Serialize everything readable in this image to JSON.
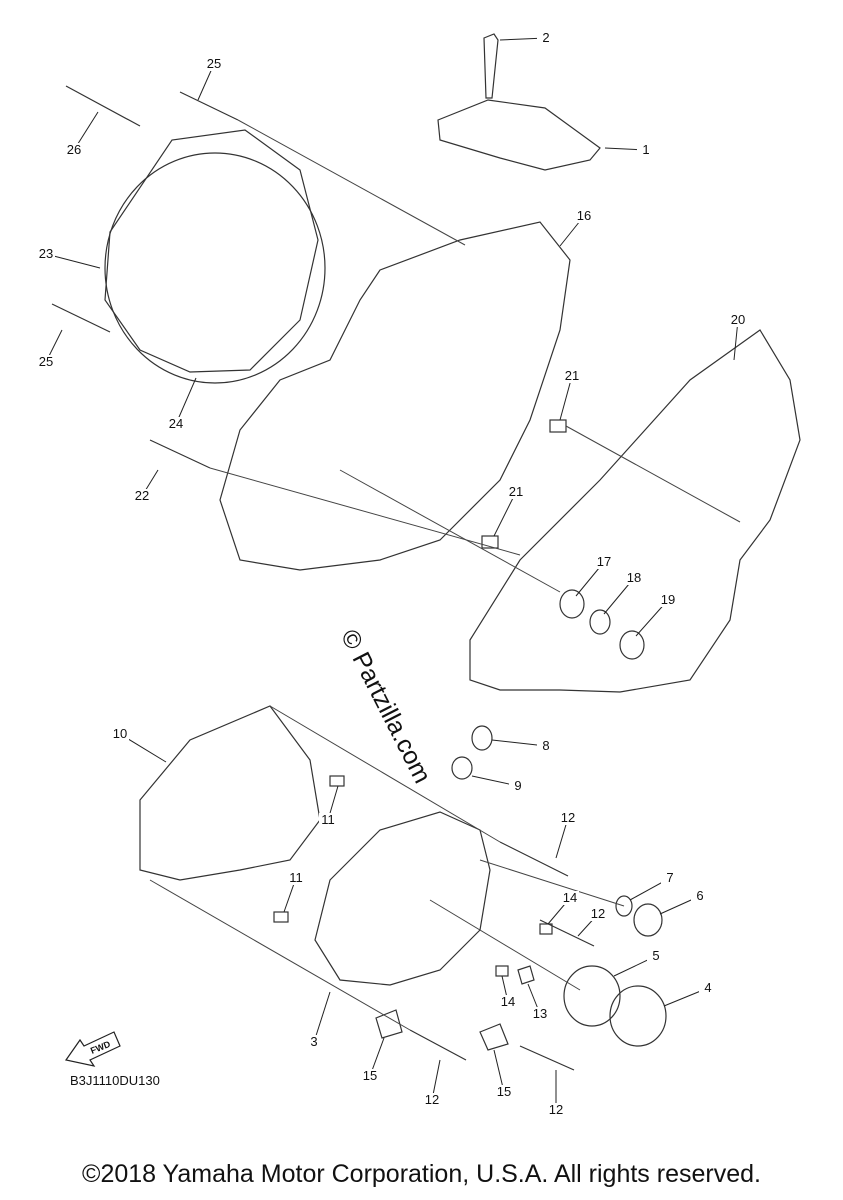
{
  "callouts": [
    {
      "id": "c1",
      "label": "1"
    },
    {
      "id": "c2",
      "label": "2"
    },
    {
      "id": "c3",
      "label": "3"
    },
    {
      "id": "c4",
      "label": "4"
    },
    {
      "id": "c5",
      "label": "5"
    },
    {
      "id": "c6",
      "label": "6"
    },
    {
      "id": "c7",
      "label": "7"
    },
    {
      "id": "c8",
      "label": "8"
    },
    {
      "id": "c9",
      "label": "9"
    },
    {
      "id": "c10",
      "label": "10"
    },
    {
      "id": "c11a",
      "label": "11"
    },
    {
      "id": "c11b",
      "label": "11"
    },
    {
      "id": "c12a",
      "label": "12"
    },
    {
      "id": "c12b",
      "label": "12"
    },
    {
      "id": "c12c",
      "label": "12"
    },
    {
      "id": "c12d",
      "label": "12"
    },
    {
      "id": "c13",
      "label": "13"
    },
    {
      "id": "c14a",
      "label": "14"
    },
    {
      "id": "c14b",
      "label": "14"
    },
    {
      "id": "c15a",
      "label": "15"
    },
    {
      "id": "c15b",
      "label": "15"
    },
    {
      "id": "c16",
      "label": "16"
    },
    {
      "id": "c17",
      "label": "17"
    },
    {
      "id": "c18",
      "label": "18"
    },
    {
      "id": "c19",
      "label": "19"
    },
    {
      "id": "c20",
      "label": "20"
    },
    {
      "id": "c21a",
      "label": "21"
    },
    {
      "id": "c21b",
      "label": "21"
    },
    {
      "id": "c22",
      "label": "22"
    },
    {
      "id": "c23",
      "label": "23"
    },
    {
      "id": "c24",
      "label": "24"
    },
    {
      "id": "c25a",
      "label": "25"
    },
    {
      "id": "c25b",
      "label": "25"
    },
    {
      "id": "c26",
      "label": "26"
    }
  ],
  "diagram_code": "B3J1110DU130",
  "fwd_label": "FWD",
  "watermark": "© Partzilla.com",
  "copyright": "©2018 Yamaha Motor Corporation, U.S.A. All rights reserved."
}
